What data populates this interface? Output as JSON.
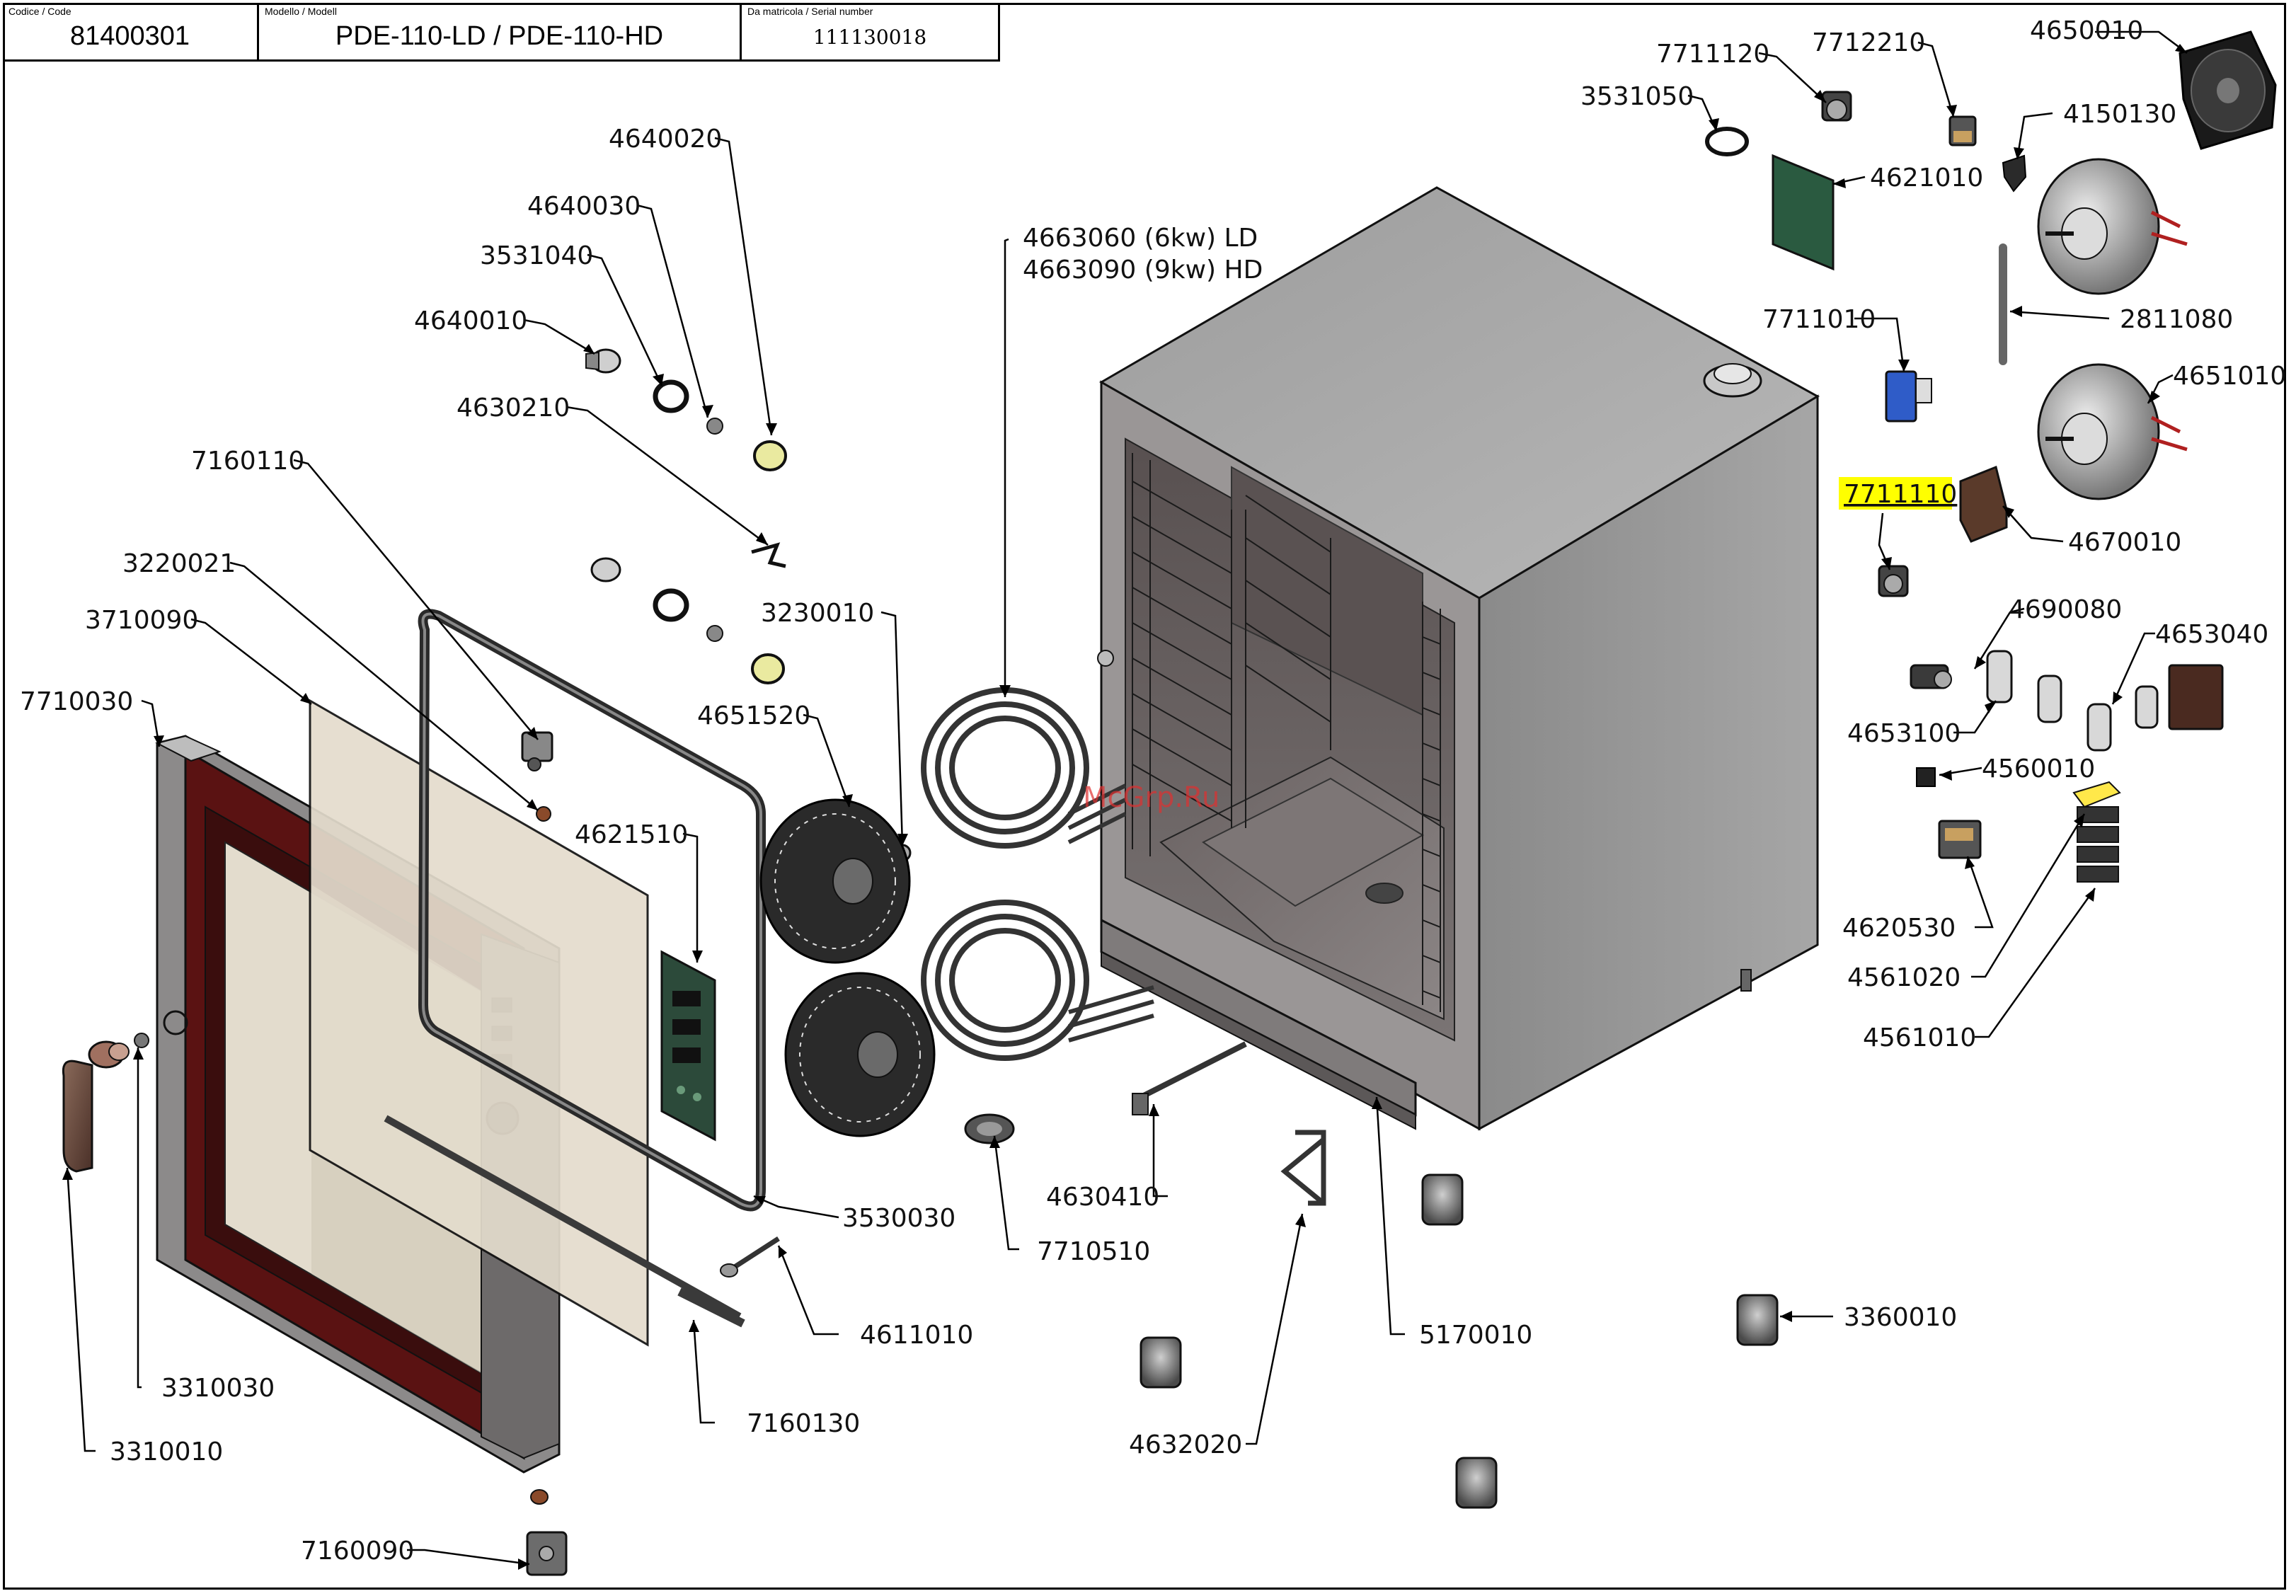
{
  "header": {
    "code_label": "Codice / Code",
    "code_value": "81400301",
    "model_label": "Modello / Modell",
    "model_value": "PDE-110-LD / PDE-110-HD",
    "serial_label": "Da matricola / Serial number",
    "serial_value": "111130018"
  },
  "watermark": "McGrp.Ru",
  "highlight_color": "#ffff00",
  "part_labels": {
    "p4640020": "4640020",
    "p4640030": "4640030",
    "p3531040": "3531040",
    "p4640010": "4640010",
    "p4630210": "4630210",
    "p7160110": "7160110",
    "p3220021": "3220021",
    "p3710090": "3710090",
    "p7710030": "7710030",
    "p3230010": "3230010",
    "p4651520": "4651520",
    "p4621510": "4621510",
    "p4663060": "4663060 (6kw) LD",
    "p4663090": "4663090 (9kw) HD",
    "p3530030": "3530030",
    "p4611010": "4611010",
    "p7160130": "7160130",
    "p3310030": "3310030",
    "p3310010": "3310010",
    "p7160090": "7160090",
    "p4630410": "4630410",
    "p7710510": "7710510",
    "p4632020": "4632020",
    "p5170010": "5170010",
    "p3360010": "3360010",
    "p7711120": "7711120",
    "p7712210": "7712210",
    "p4650010": "4650010",
    "p3531050": "3531050",
    "p4150130": "4150130",
    "p4621010": "4621010",
    "p2811080": "2811080",
    "p7711010": "7711010",
    "p4651010": "4651010",
    "p7711110": "7711110",
    "p4670010": "4670010",
    "p4690080": "4690080",
    "p4653040": "4653040",
    "p4653100": "4653100",
    "p4560010": "4560010",
    "p4620530": "4620530",
    "p4561020": "4561020",
    "p4561010": "4561010"
  }
}
